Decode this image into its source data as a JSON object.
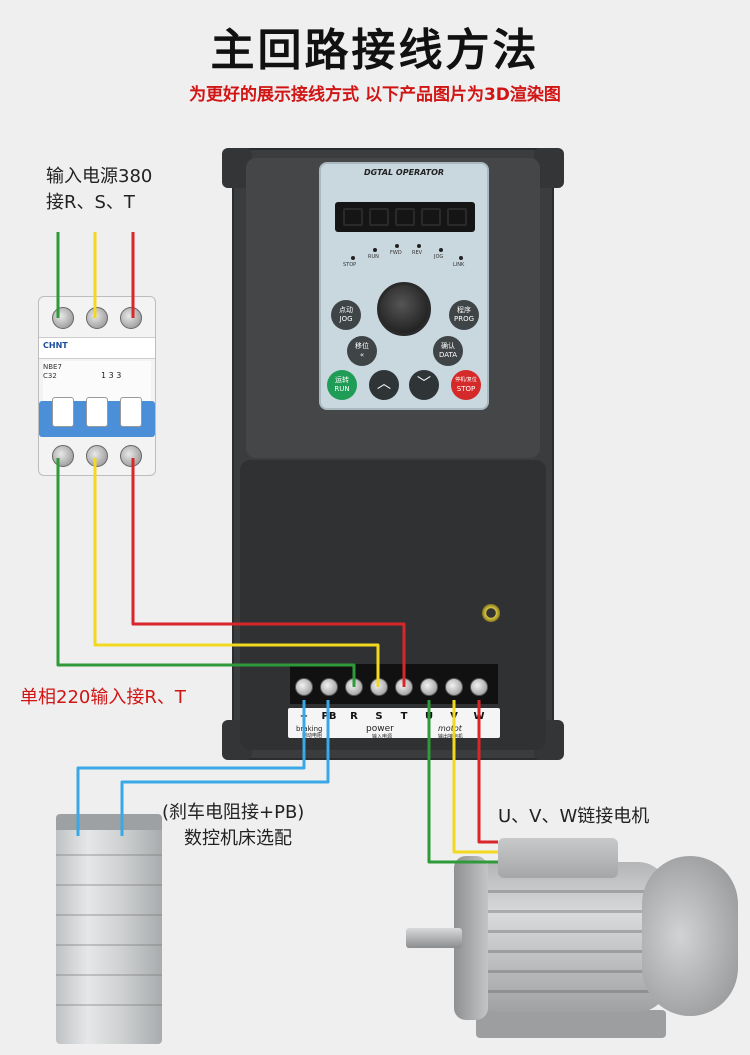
{
  "title": "主回路接线方法",
  "subtitle": "为更好的展示接线方式  以下产品图片为3D渲染图",
  "labels": {
    "input_power_line1": "输入电源380",
    "input_power_line2": "接R、S、T",
    "single_phase": "单相220输入接R、T",
    "brake_resistor_line1": "(刹车电阻接+PB)",
    "brake_resistor_line2": "数控机床选配",
    "motor_connect": "U、V、W链接电机"
  },
  "breaker": {
    "brand": "CHNT",
    "model": "NBE7",
    "rating": "C32",
    "pole_marks": [
      "1",
      "3",
      "3"
    ]
  },
  "inverter": {
    "panel_title": "DGTAL OPERATOR",
    "leds": [
      "STOP",
      "RUN",
      "FWD",
      "REV",
      "JOG",
      "LINK"
    ],
    "buttons": {
      "jog": [
        "点动",
        "JOG"
      ],
      "prog": [
        "程序",
        "PROG"
      ],
      "shift": [
        "移位",
        "«"
      ],
      "data": [
        "确认",
        "DATA"
      ],
      "run": [
        "运转",
        "RUN"
      ],
      "up": "︿",
      "down": "﹀",
      "stop": [
        "停机/复位",
        "STOP"
      ]
    },
    "terminals": [
      "+",
      "PB",
      "R",
      "S",
      "T",
      "U",
      "V",
      "W"
    ],
    "group_braking": "braking",
    "group_braking_cn": "制动电阻",
    "group_power": "power",
    "group_power_cn": "输入电源",
    "group_motor": "motot",
    "group_motor_cn": "输出接电机"
  },
  "colors": {
    "wire_green": "#2e9a3a",
    "wire_yellow": "#f2d91e",
    "wire_red": "#d8262b",
    "wire_blue": "#3aa8e6",
    "subtitle_red": "#d11515"
  }
}
